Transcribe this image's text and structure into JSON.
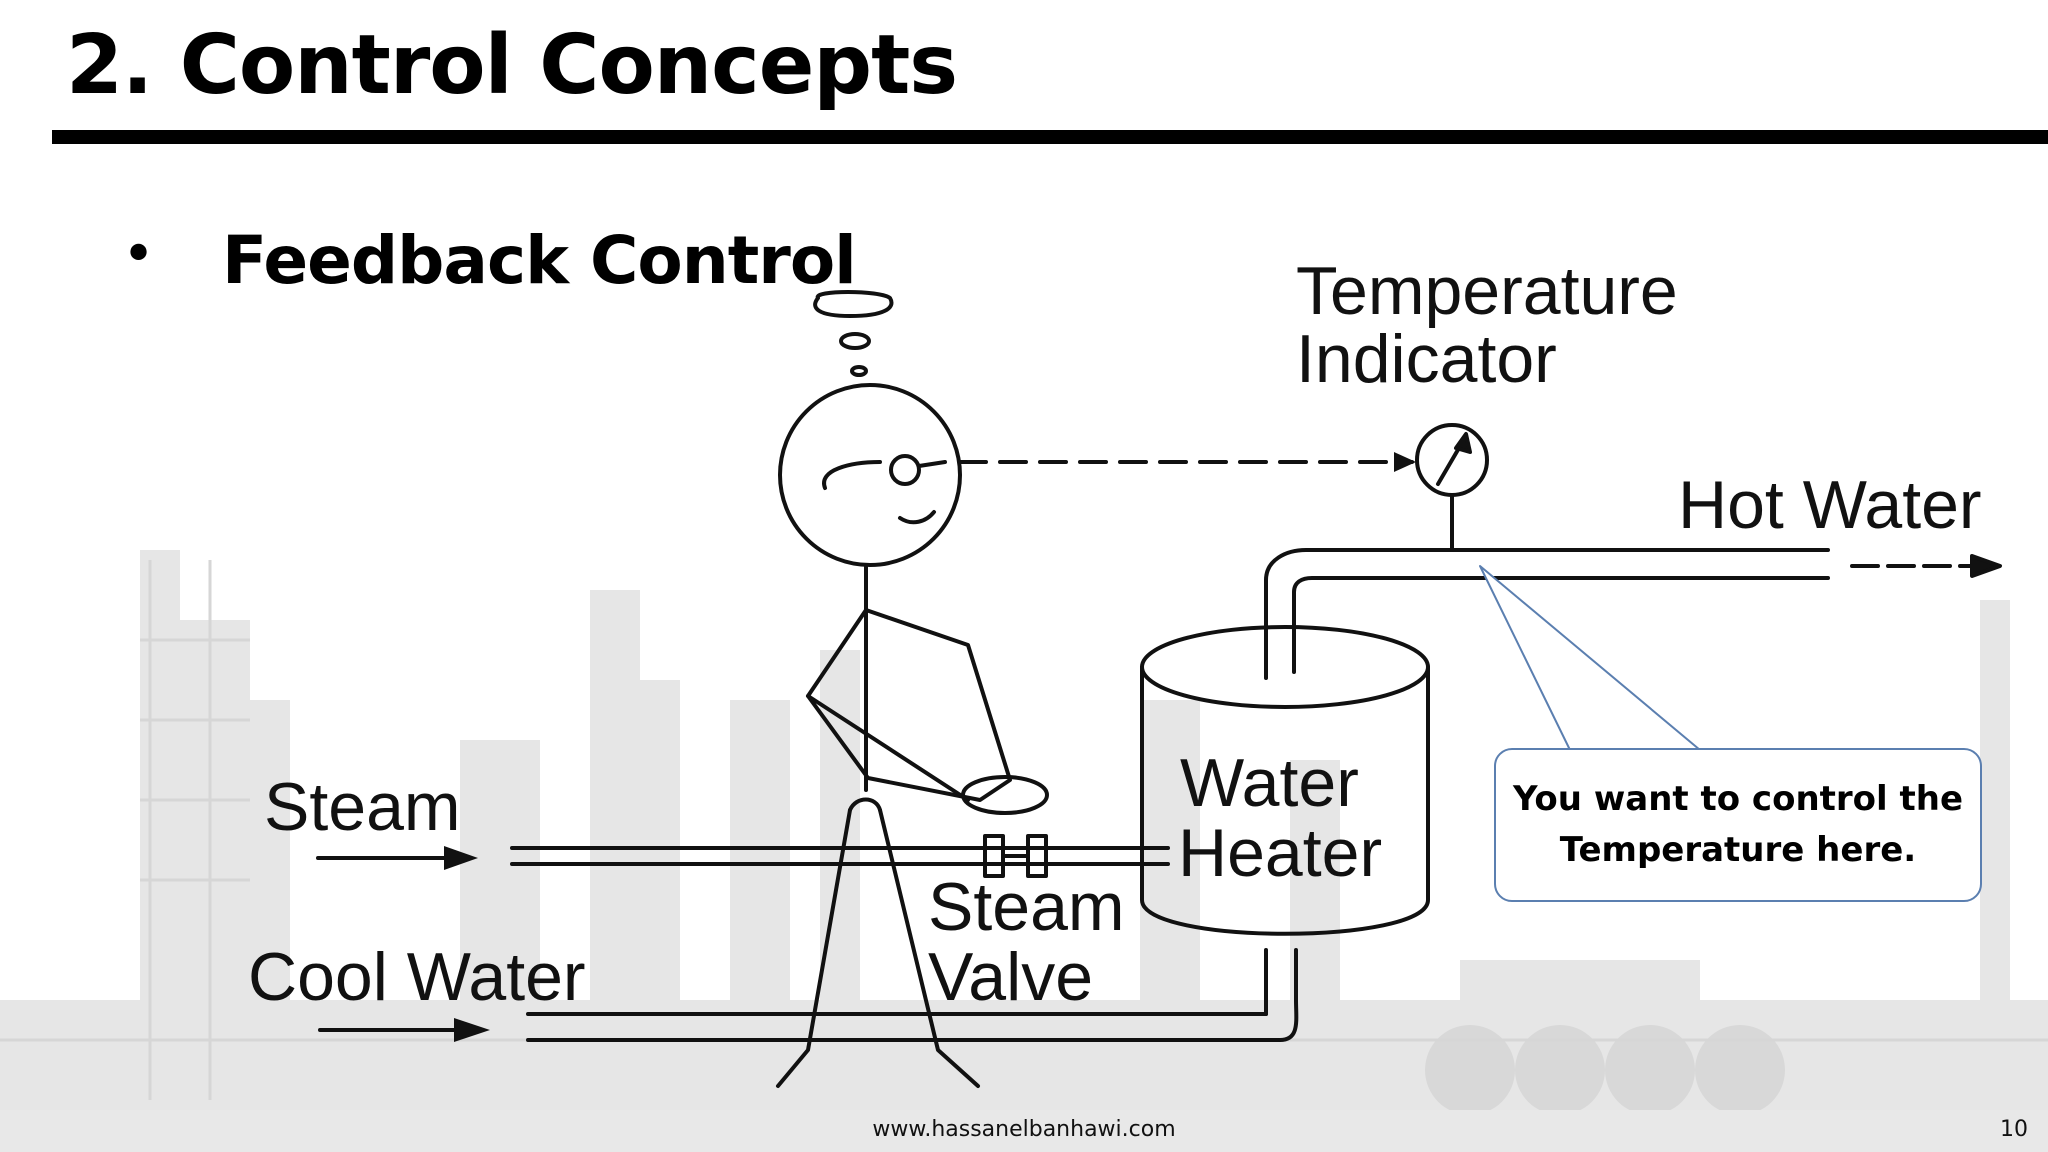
{
  "slide": {
    "title": "2. Control Concepts",
    "bullet_symbol": "•",
    "bullet_text": "Feedback Control"
  },
  "diagram": {
    "labels": {
      "temperature_line1": "Temperature",
      "temperature_line2": "Indicator",
      "hot_water": "Hot Water",
      "water_heater_line1": "Water",
      "water_heater_line2": "Heater",
      "steam": "Steam",
      "steam_valve_line1": "Steam",
      "steam_valve_line2": "Valve",
      "cool_water": "Cool Water"
    },
    "callout_line1": "You want to control the",
    "callout_line2": "Temperature here."
  },
  "footer": {
    "url": "www.hassanelbanhawi.com",
    "page_number": "10"
  },
  "colors": {
    "ink": "#111111",
    "callout_border": "#5b7fb0",
    "background_art": "#dadada"
  }
}
